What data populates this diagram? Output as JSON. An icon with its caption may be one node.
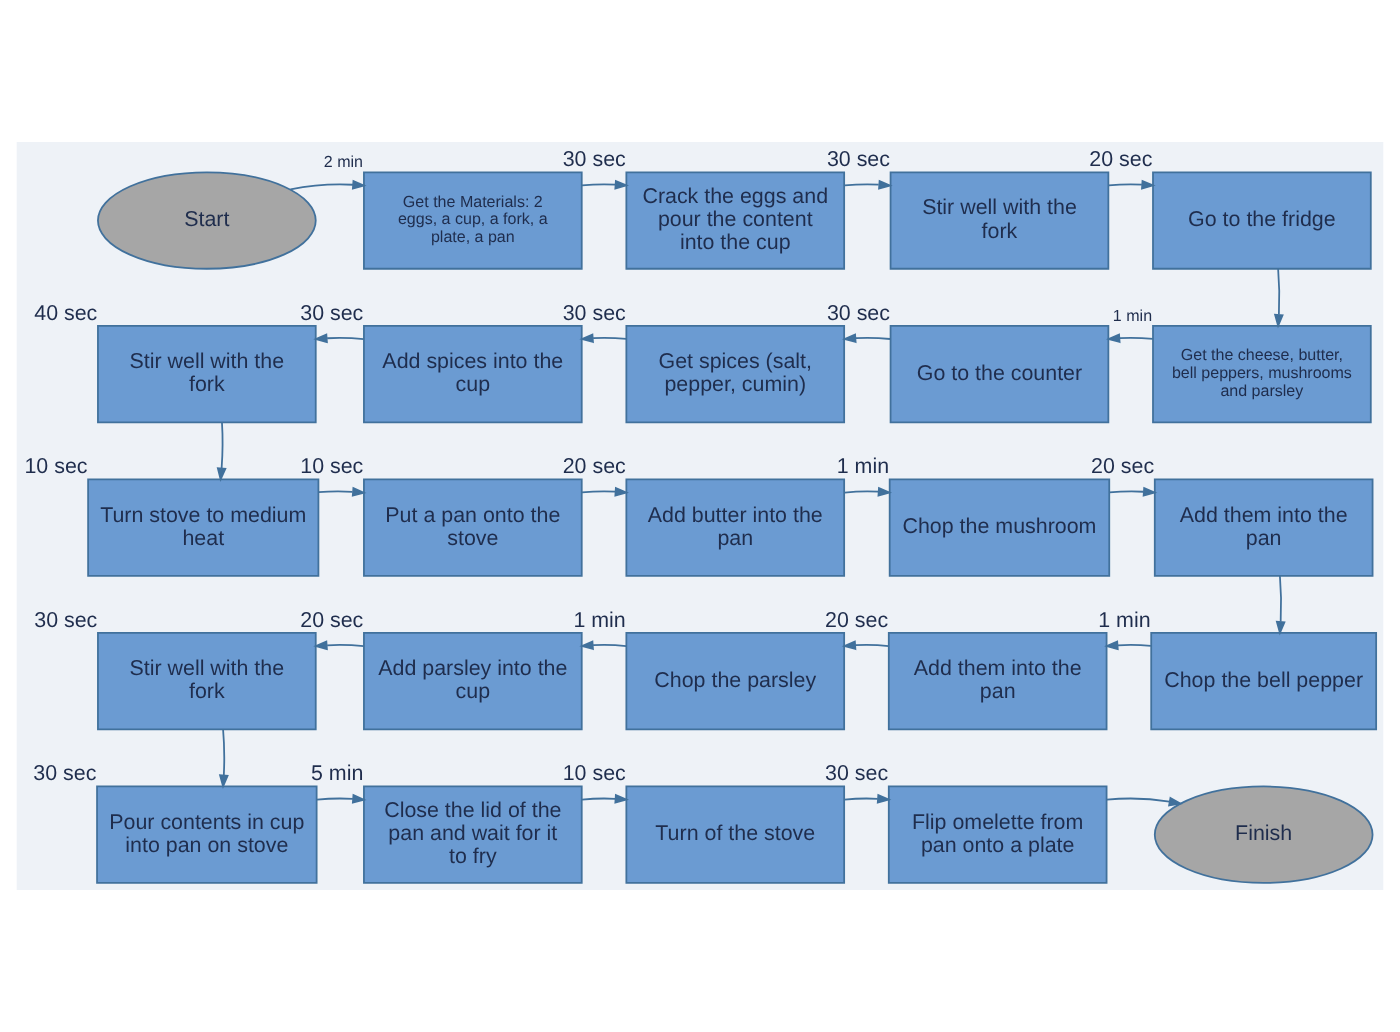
{
  "diagram": {
    "nodes": [
      {
        "text": [
          "Start"
        ]
      },
      {
        "text": [
          "Get the Materials: 2 eggs, a cup, a fork, a plate, a pan"
        ],
        "beside": [
          "2 min"
        ]
      },
      {
        "text": [
          "Crack the eggs and pour the content into the cup"
        ],
        "beside": [
          "30 sec"
        ]
      },
      {
        "text": [
          "Stir well with the fork"
        ],
        "beside": [
          "30 sec"
        ]
      },
      {
        "text": [
          "Go to the fridge"
        ],
        "beside": [
          "20 sec"
        ]
      },
      {
        "text": [
          "Stir well with the fork"
        ],
        "beside": [
          "40 sec"
        ]
      },
      {
        "text": [
          "Add spices into the cup"
        ],
        "beside": [
          "30 sec"
        ]
      },
      {
        "text": [
          "Get spices (salt, pepper, cumin)"
        ],
        "beside": [
          "30 sec"
        ]
      },
      {
        "text": [
          "Go to the counter"
        ],
        "beside": [
          "30 sec"
        ]
      },
      {
        "text": [
          "Get the cheese, butter, bell peppers, mushrooms and parsley"
        ],
        "beside": [
          "1 min"
        ]
      },
      {
        "text": [
          "Turn stove to medium heat"
        ],
        "beside": [
          "10 sec"
        ]
      },
      {
        "text": [
          "Put a pan onto the stove"
        ],
        "beside": [
          "10 sec"
        ]
      },
      {
        "text": [
          "Add butter into the pan"
        ],
        "beside": [
          "20 sec"
        ]
      },
      {
        "text": [
          "Chop the mushroom"
        ],
        "beside": [
          "1 min"
        ]
      },
      {
        "text": [
          "Add them into the pan"
        ],
        "beside": [
          "20 sec"
        ]
      },
      {
        "text": [
          "Stir well with the fork"
        ],
        "beside": [
          "30 sec"
        ]
      },
      {
        "text": [
          "Add parsley into the cup"
        ],
        "beside": [
          "20 sec"
        ]
      },
      {
        "text": [
          "Chop the parsley"
        ],
        "beside": [
          "1 min"
        ]
      },
      {
        "text": [
          "Add them into the pan"
        ],
        "beside": [
          "20 sec"
        ]
      },
      {
        "text": [
          "Chop the bell pepper"
        ],
        "beside": [
          "1 min"
        ]
      },
      {
        "text": [
          "Pour contents in cup into pan on stove"
        ],
        "beside": [
          "30 sec"
        ]
      },
      {
        "text": [
          "Close the lid of the pan and wait for it to fry"
        ],
        "beside": [
          "5 min"
        ]
      },
      {
        "text": [
          "Turn of the stove"
        ],
        "beside": [
          "10 sec"
        ]
      },
      {
        "text": [
          "Flip omelette from pan onto a plate"
        ],
        "beside": [
          "30 sec"
        ]
      },
      {
        "text": [
          "Finish"
        ]
      }
    ],
    "edges": [
      {
        "from": 0,
        "to": 1,
        "arrow": "to"
      },
      {
        "from": 1,
        "to": 2,
        "arrow": "to"
      },
      {
        "from": 2,
        "to": 3,
        "arrow": "to"
      },
      {
        "from": 3,
        "to": 4,
        "arrow": "to"
      },
      {
        "from": 4,
        "to": 9,
        "arrow": "to"
      },
      {
        "from": 9,
        "to": 8,
        "arrow": "to"
      },
      {
        "from": 8,
        "to": 7,
        "arrow": "to"
      },
      {
        "from": 7,
        "to": 6,
        "arrow": "to"
      },
      {
        "from": 6,
        "to": 5,
        "arrow": "to"
      },
      {
        "from": 5,
        "to": 10,
        "arrow": "to"
      },
      {
        "from": 10,
        "to": 11,
        "arrow": "to"
      },
      {
        "from": 11,
        "to": 12,
        "arrow": "to"
      },
      {
        "from": 12,
        "to": 13,
        "arrow": "to"
      },
      {
        "from": 13,
        "to": 14,
        "arrow": "to"
      },
      {
        "from": 14,
        "to": 19,
        "arrow": "to"
      },
      {
        "from": 19,
        "to": 18,
        "arrow": "to"
      },
      {
        "from": 18,
        "to": 17,
        "arrow": "to"
      },
      {
        "from": 17,
        "to": 16,
        "arrow": "to"
      },
      {
        "from": 16,
        "to": 15,
        "arrow": "to"
      },
      {
        "from": 15,
        "to": 20,
        "arrow": "to"
      },
      {
        "from": 20,
        "to": 21,
        "arrow": "to"
      },
      {
        "from": 21,
        "to": 22,
        "arrow": "to"
      },
      {
        "from": 22,
        "to": 23,
        "arrow": "to"
      },
      {
        "from": 23,
        "to": 24,
        "arrow": "to"
      }
    ]
  }
}
